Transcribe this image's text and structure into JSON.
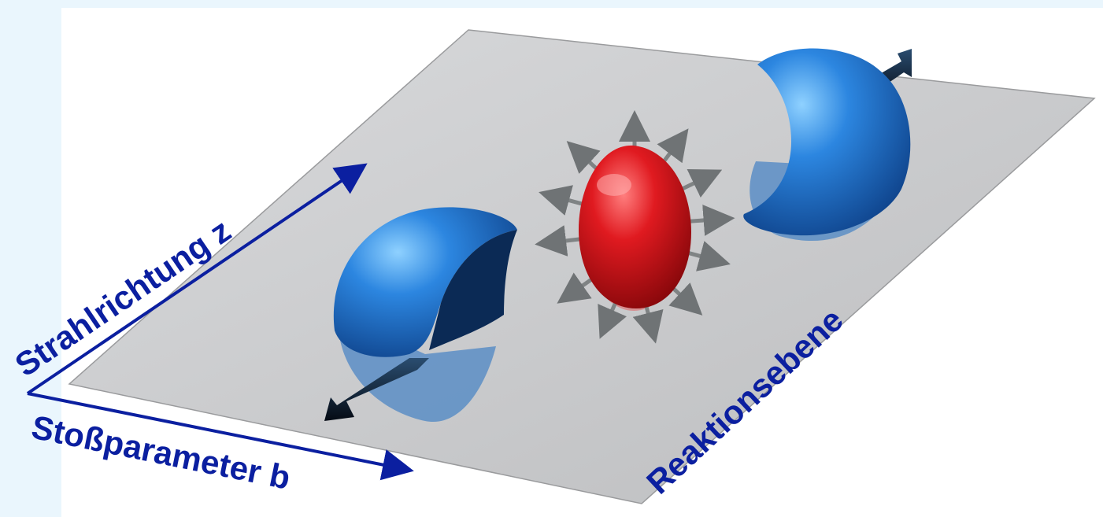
{
  "diagram": {
    "labels": {
      "beam_direction": "Strahlrichtung z",
      "impact_parameter": "Stoßparameter b",
      "reaction_plane": "Reaktionsebene"
    },
    "colors": {
      "background_panel": "#eaf6fd",
      "axis_and_text": "#0b1fa0",
      "plane": "#c7c8ca",
      "spectator_blue": "#1f6fc4",
      "fireball_red": "#d8141c",
      "arrow_gray": "#7f8384"
    },
    "icon_names": [
      "spectator-nucleus-icon",
      "fireball-icon",
      "flow-arrow-icon"
    ]
  }
}
